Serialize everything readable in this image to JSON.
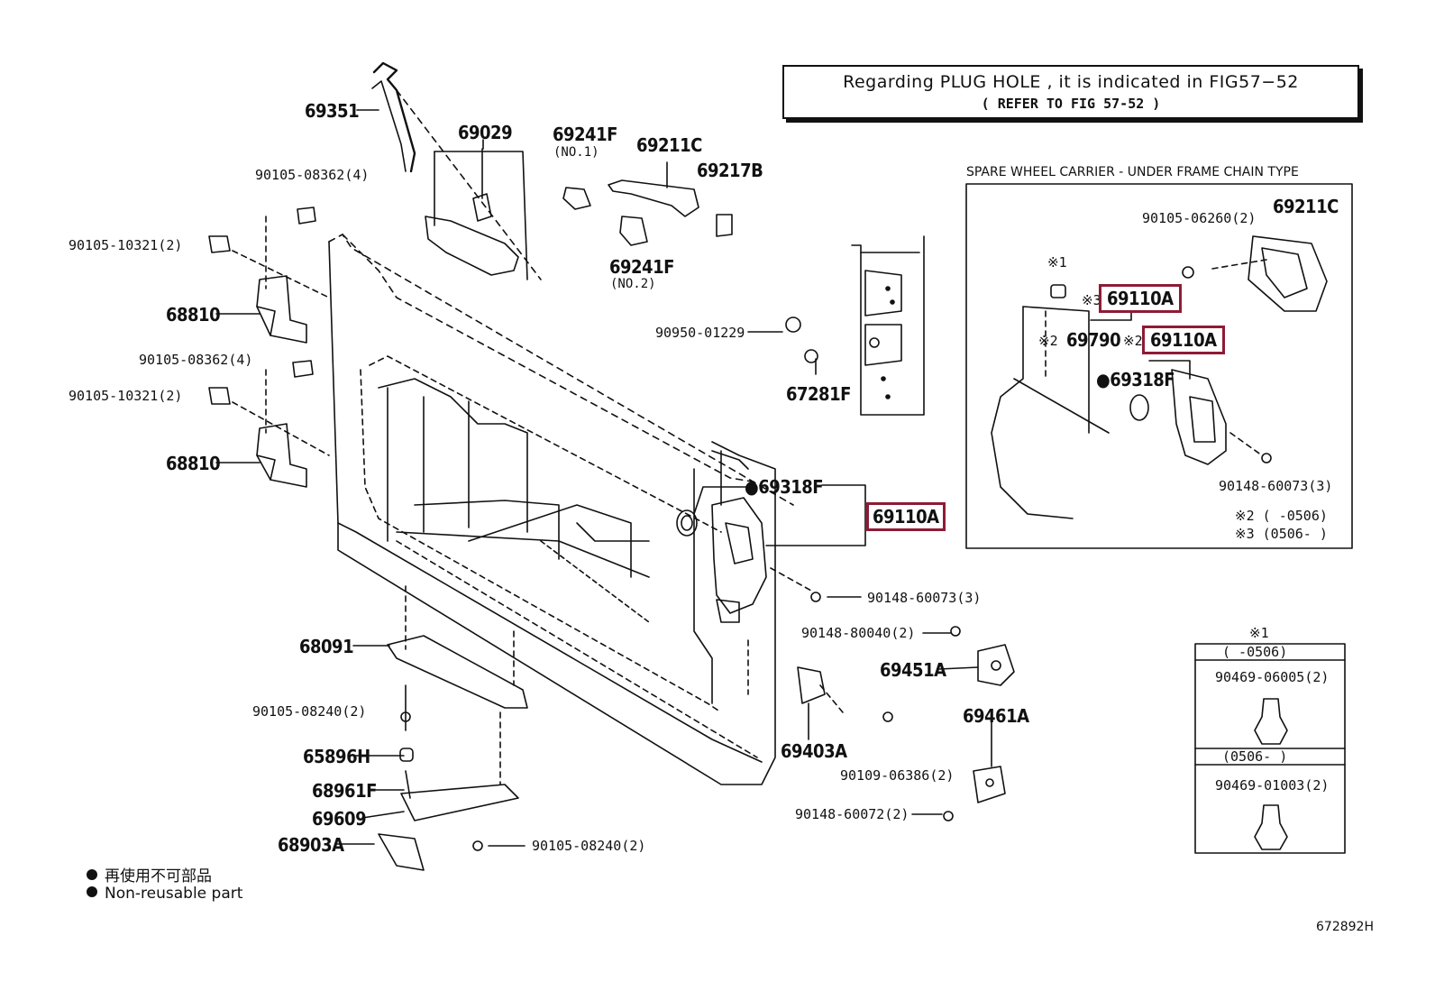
{
  "note": {
    "line1": "Regarding PLUG HOLE , it is indicated in FIG57−52",
    "line2": "(      REFER TO FIG 57-52      )"
  },
  "inset": {
    "title": "SPARE WHEEL CARRIER - UNDER FRAME CHAIN TYPE",
    "labels": {
      "p69211C": "69211C",
      "s90105_06260": "90105-06260(2)",
      "mark1": "※1",
      "p69110A_1": "69110A",
      "mark3_prefix": "※3",
      "mark2_prefix": "※2",
      "p69790": "69790",
      "p69110A_2": "69110A",
      "p69318F": "●69318F",
      "s90148_60073": "90148-60073(3)",
      "note2": "※2 (      -0506)",
      "note3": "※3 (0506-      )"
    }
  },
  "clip_table": {
    "mark": "※1",
    "row1_header": "(      -0506)",
    "row1_part": "90469-06005(2)",
    "row2_header": "(0506-      )",
    "row2_part": "90469-01003(2)"
  },
  "labels": {
    "p69351": "69351",
    "p69029": "69029",
    "p69241F_1": "69241F",
    "p69241F_1_sub": "(NO.1)",
    "p69211C": "69211C",
    "p69217B": "69217B",
    "p69241F_2": "69241F",
    "p69241F_2_sub": "(NO.2)",
    "s90105_08362_a": "90105-08362(4)",
    "s90105_10321_a": "90105-10321(2)",
    "p68810_a": "68810",
    "s90105_08362_b": "90105-08362(4)",
    "s90105_10321_b": "90105-10321(2)",
    "p68810_b": "68810",
    "s90950_01229": "90950-01229",
    "p67281F": "67281F",
    "p69318F": "●69318F",
    "p69110A": "69110A",
    "s90148_60073": "90148-60073(3)",
    "s90148_80040": "90148-80040(2)",
    "p69451A": "69451A",
    "p68091": "68091",
    "s90105_08240_a": "90105-08240(2)",
    "p69403A": "69403A",
    "s90109_06386": "90109-06386(2)",
    "p69461A": "69461A",
    "p65896H": "65896H",
    "p68961F": "68961F",
    "p69609": "69609",
    "s90148_60072": "90148-60072(2)",
    "p68903A": "68903A",
    "s90105_08240_b": "90105-08240(2)"
  },
  "legend": {
    "jp": "再使用不可部品",
    "en": "Non-reusable part"
  },
  "figure_id": "672892H",
  "colors": {
    "highlight": "#8e1b35",
    "ink": "#111111"
  }
}
